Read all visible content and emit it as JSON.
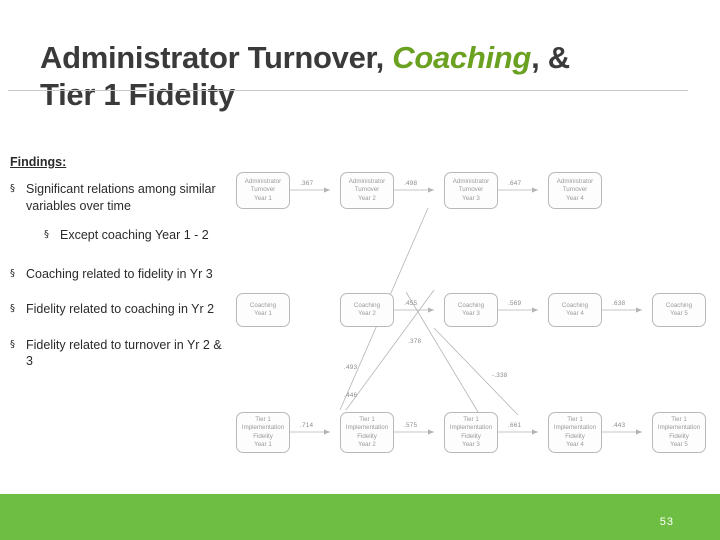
{
  "title": {
    "line1_part1": "Administrator Turnover, ",
    "line1_accent": "Coaching",
    "line1_part3": ", &",
    "line2": "Tier 1 Fidelity"
  },
  "findings": {
    "heading": "Findings:",
    "bullets": [
      {
        "mark": "§",
        "text": "Significant relations among similar variables over time",
        "level": 1
      },
      {
        "mark": "§",
        "text": "Except coaching Year 1 - 2",
        "level": 2
      },
      {
        "mark": "§",
        "text": "Coaching related to fidelity in Yr 3",
        "level": 1
      },
      {
        "mark": "§",
        "text": "Fidelity related to coaching in Yr 2",
        "level": 1
      },
      {
        "mark": "§",
        "text": "Fidelity related to turnover in Yr 2 & 3",
        "level": 1
      }
    ]
  },
  "diagram": {
    "rows": [
      {
        "name": "turnover-row",
        "nodes": [
          "Administrator\nTurnover\nYear 1",
          "Administrator\nTurnover\nYear 2",
          "Administrator\nTurnover\nYear 3",
          "Administrator\nTurnover\nYear 4"
        ],
        "edge_labels": [
          ".367",
          ".498",
          ".647"
        ]
      },
      {
        "name": "coaching-row",
        "nodes": [
          "Coaching\nYear 1",
          "Coaching\nYear 2",
          "Coaching\nYear 3",
          "Coaching\nYear 4",
          "Coaching\nYear 5"
        ],
        "edge_labels": [
          ".455",
          ".569",
          ".638"
        ]
      },
      {
        "name": "fidelity-row",
        "nodes": [
          "Tier 1\nImplementation\nFidelity\nYear 1",
          "Tier 1\nImplementation\nFidelity\nYear 2",
          "Tier 1\nImplementation\nFidelity\nYear 3",
          "Tier 1\nImplementation\nFidelity\nYear 4",
          "Tier 1\nImplementation\nFidelity\nYear 5"
        ],
        "edge_labels": [
          ".714",
          ".575",
          ".661",
          ".443"
        ]
      }
    ],
    "cross_labels": [
      ".378",
      ".493",
      ".446",
      "-.338"
    ]
  },
  "footer": {
    "page_number": "53"
  },
  "colors": {
    "accent_green": "#6aa121",
    "footer_green": "#6fbe44",
    "title_gray": "#3a3a3a"
  }
}
